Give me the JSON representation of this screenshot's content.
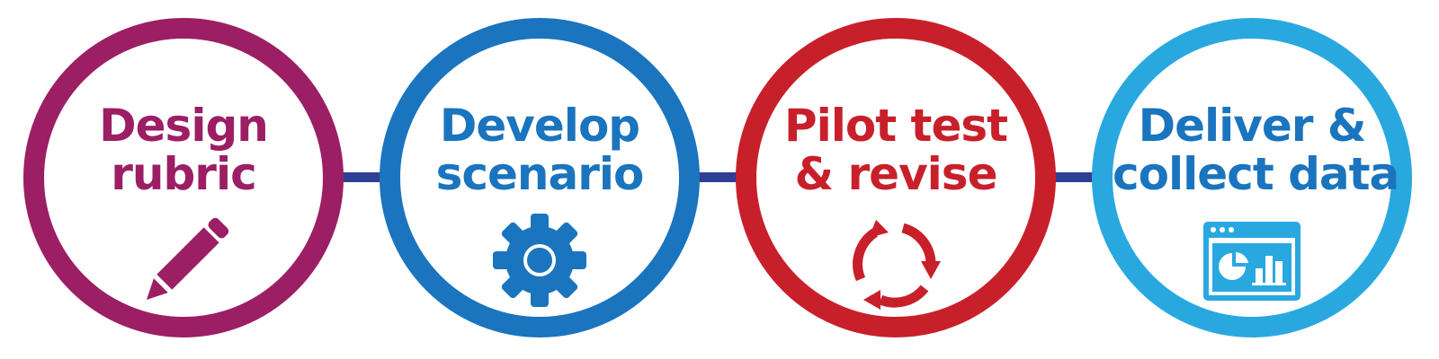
{
  "steps": [
    {
      "line1": "Design",
      "line2": "rubric",
      "color": "#9c1e64",
      "icon": "pencil-icon"
    },
    {
      "line1": "Develop",
      "line2": "scenario",
      "color": "#1a74be",
      "icon": "gear-icon"
    },
    {
      "line1": "Pilot test",
      "line2": "& revise",
      "color": "#c8202b",
      "icon": "cycle-arrows-icon"
    },
    {
      "line1": "Deliver &",
      "line2": "collect data",
      "color": "#29a8e0",
      "text_color": "#1a74be",
      "icon": "dashboard-icon"
    }
  ],
  "connector_color": "#2f3f96"
}
